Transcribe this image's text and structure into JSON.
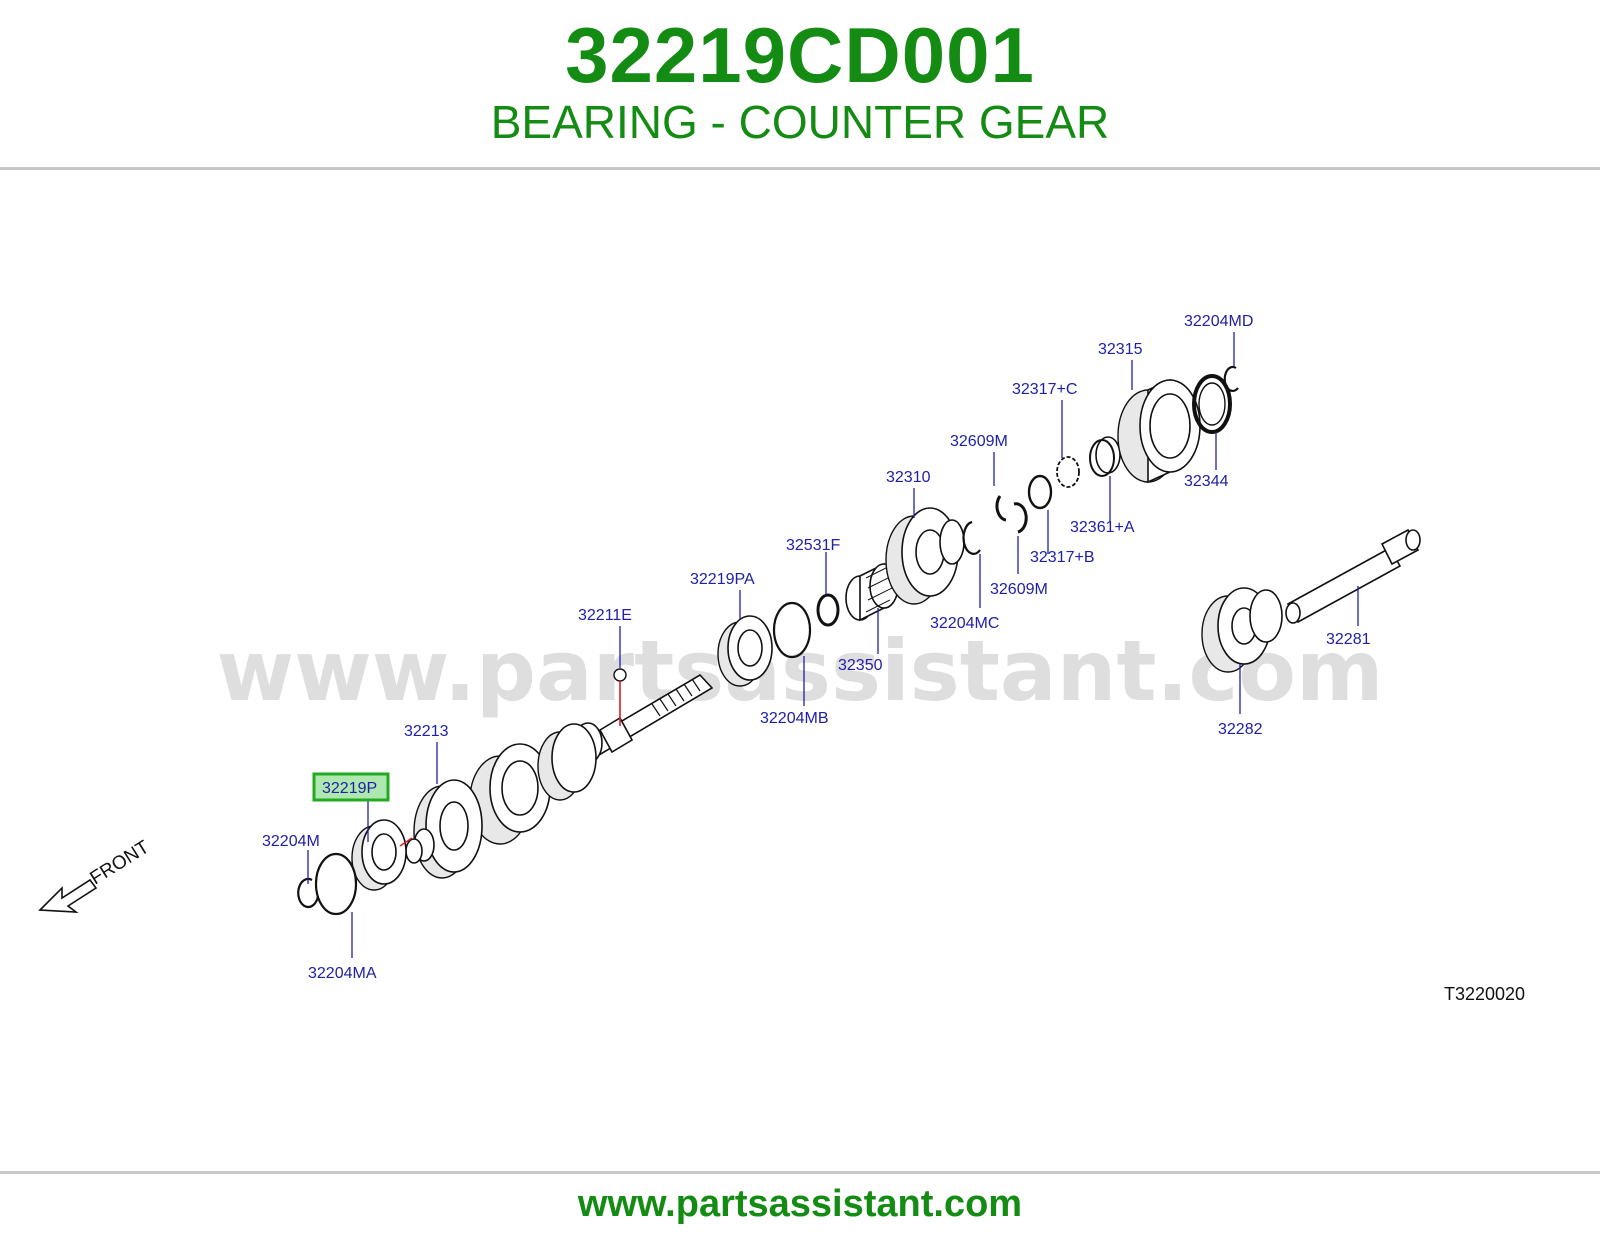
{
  "header": {
    "part_number": "32219CD001",
    "part_name": "BEARING - COUNTER GEAR"
  },
  "diagram": {
    "watermark": "www.partsassistant.com",
    "front_label": "FRONT",
    "reference_code": "T3220020",
    "highlight_color": "#22aa22",
    "callouts": {
      "c32204M": "32204M",
      "c32204MA": "32204MA",
      "c32219P": "32219P",
      "c32213": "32213",
      "c32211E": "32211E",
      "c32219PA": "32219PA",
      "c32204MB": "32204MB",
      "c32531F": "32531F",
      "c32350": "32350",
      "c32310": "32310",
      "c32204MC": "32204MC",
      "c32609M_top": "32609M",
      "c32609M_bottom": "32609M",
      "c32317C": "32317+C",
      "c32317B": "32317+B",
      "c32361A": "32361+A",
      "c32315": "32315",
      "c32204MD": "32204MD",
      "c32344": "32344",
      "c32281": "32281",
      "c32282": "32282"
    }
  },
  "footer": {
    "url": "www.partsassistant.com"
  }
}
